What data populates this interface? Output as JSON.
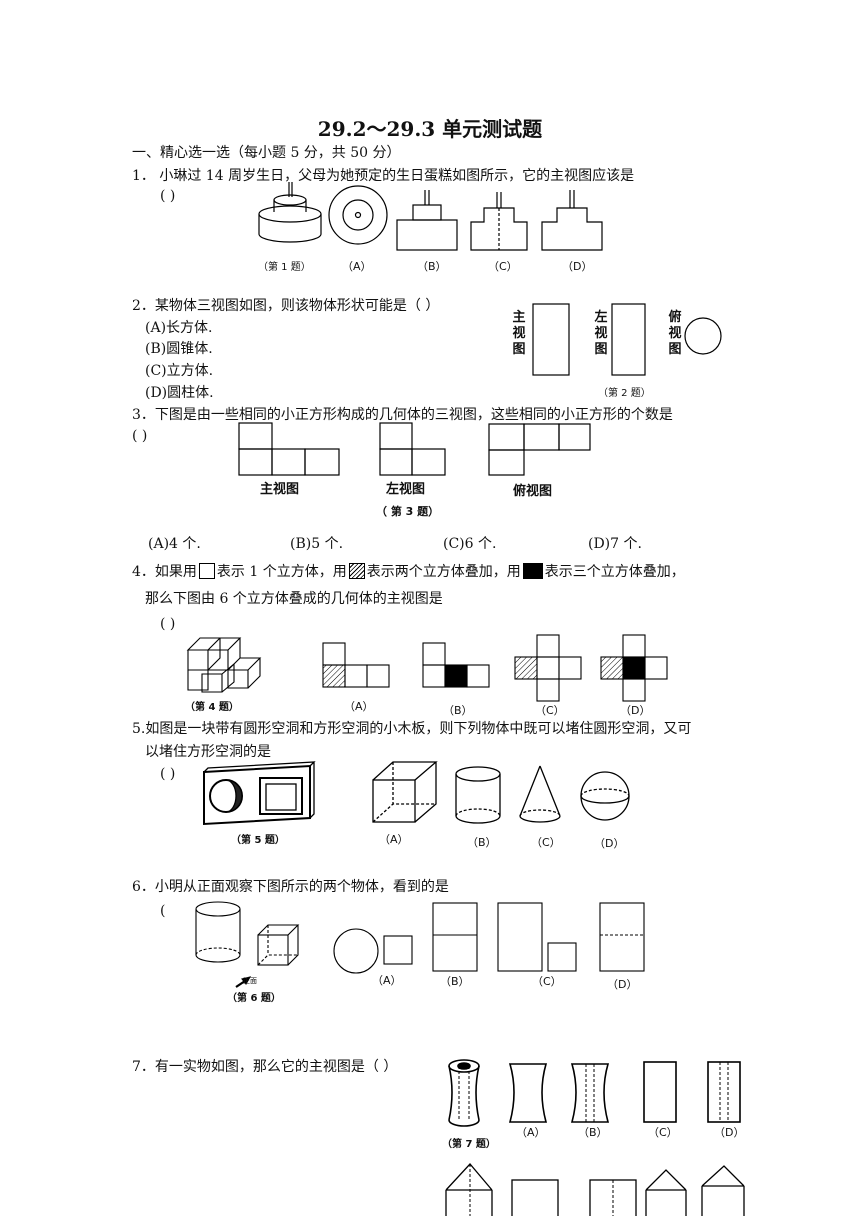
{
  "title": "29.2～29.3 单元测试题",
  "section1": "一、精心选一选（每小题 5 分，共 50 分）",
  "q1": {
    "text": "1． 小琳过 14 周岁生日，父母为她预定的生日蛋糕如图所示，它的主视图应该是",
    "paren": "(     )",
    "caption": "（第 1 题）",
    "options": [
      "（A）",
      "（B）",
      "（C）",
      "（D）"
    ]
  },
  "q2": {
    "text": "2．某物体三视图如图，则该物体形状可能是（     ）",
    "choices": [
      "(A)长方体.",
      "(B)圆锥体.",
      "(C)立方体.",
      "(D)圆柱体."
    ],
    "view_front": "主视图",
    "view_left": "左视图",
    "view_top": "俯视图",
    "caption": "（第 2 题）"
  },
  "q3": {
    "text": "3．下图是由一些相同的小正方形构成的几何体的三视图，这些相同的小正方形的个数是",
    "paren": "(     )",
    "view_front": "主视图",
    "view_left": "左视图",
    "view_top": "俯视图",
    "caption": "（ 第 3 题）",
    "choices": [
      "(A)4 个.",
      "(B)5 个.",
      "(C)6 个.",
      "(D)7 个."
    ]
  },
  "q4": {
    "text_a": "4．如果用",
    "text_b": "表示 1 个立方体，用",
    "text_c": "表示两个立方体叠加，用",
    "text_d": "表示三个立方体叠加，",
    "line2": "那么下图由 6 个立方体叠成的几何体的主视图是",
    "paren": "(     )",
    "caption": "（第 4 题）",
    "options": [
      "（A）",
      "（B）",
      "（C）",
      "（D）"
    ]
  },
  "q5": {
    "line1": "5.如图是一块带有圆形空洞和方形空洞的小木板，则下列物体中既可以堵住圆形空洞，又可",
    "line2": "以堵住方形空洞的是",
    "paren": "(     )",
    "caption": "（第 5 题）",
    "options": [
      "（A）",
      "（B）",
      "（C）",
      "（D）"
    ]
  },
  "q6": {
    "text": "6．小明从正面观察下图所示的两个物体，看到的是",
    "paren": "(",
    "front_label": "正面",
    "caption": "（第 6 题）",
    "options": [
      "（A）",
      "（B）",
      "（C）",
      "（D）"
    ]
  },
  "q7": {
    "text": "7．有一实物如图，那么它的主视图是（     ）",
    "caption": "（第 7 题）",
    "options": [
      "（A）",
      "（B）",
      "（C）",
      "（D）"
    ]
  }
}
